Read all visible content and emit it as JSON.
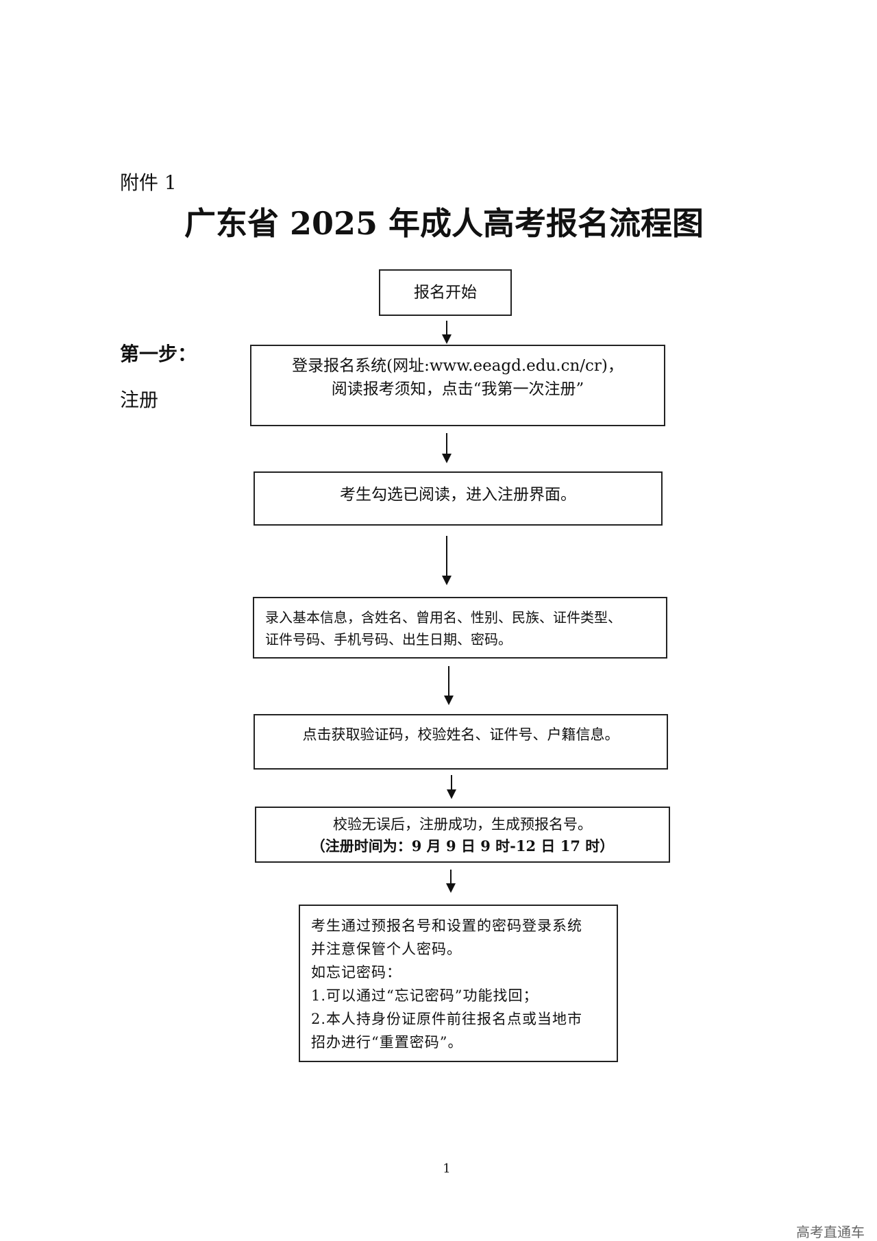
{
  "attachment_label": "附件 1",
  "title": "广东省 2025 年成人高考报名流程图",
  "step": {
    "label": "第一步：",
    "name": "注册"
  },
  "flow": {
    "start": "报名开始",
    "box2": [
      "登录报名系统(网址:www.eeagd.edu.cn/cr)，",
      "阅读报考须知，点击“我第一次注册”"
    ],
    "box3": "考生勾选已阅读，进入注册界面。",
    "box4": [
      "录入基本信息，含姓名、曾用名、性别、民族、证件类型、",
      "证件号码、手机号码、出生日期、密码。"
    ],
    "box5": "点击获取验证码，校验姓名、证件号、户籍信息。",
    "box6": [
      "校验无误后，注册成功，生成预报名号。",
      "（注册时间为：9 月 9 日 9 时-12 日 17 时）"
    ],
    "box7": [
      "考生通过预报名号和设置的密码登录系统",
      "并注意保管个人密码。",
      "如忘记密码：",
      "1.可以通过“忘记密码”功能找回；",
      "2.本人持身份证原件前往报名点或当地市",
      "招办进行“重置密码”。"
    ]
  },
  "page_number": "1",
  "watermark": "高考直通车"
}
